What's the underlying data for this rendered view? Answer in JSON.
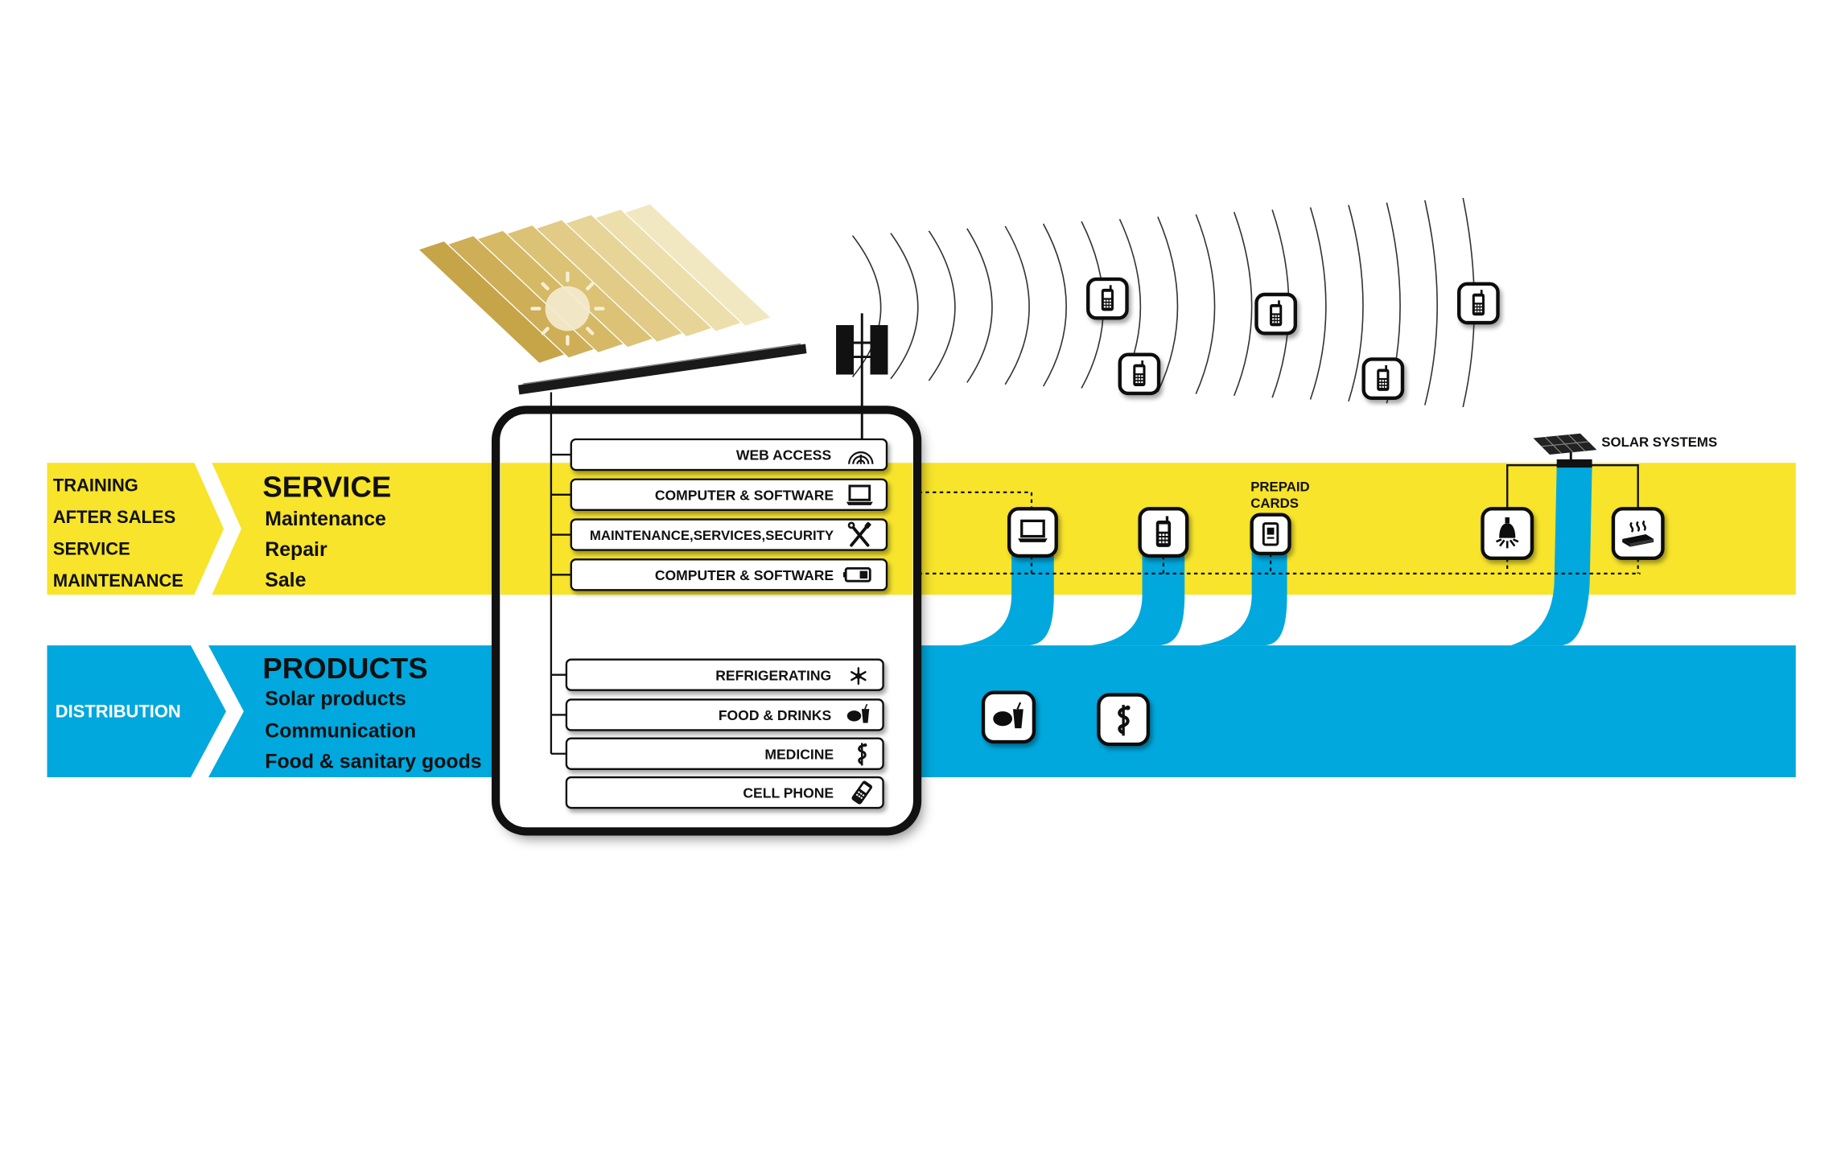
{
  "colors": {
    "yellow": "#f7e42b",
    "blue": "#00a8de",
    "ink": "#111111",
    "white": "#ffffff"
  },
  "service_band": {
    "left_labels": [
      "TRAINING",
      "AFTER SALES",
      "SERVICE",
      "MAINTENANCE"
    ],
    "title": "SERVICE",
    "items": [
      "Maintenance",
      "Repair",
      "Sale"
    ]
  },
  "products_band": {
    "left_label": "DISTRIBUTION",
    "title": "PRODUCTS",
    "items": [
      "Solar products",
      "Communication",
      "Food & sanitary goods"
    ]
  },
  "hub": {
    "service_buttons": [
      {
        "label": "WEB ACCESS",
        "icon": "wifi-icon"
      },
      {
        "label": "COMPUTER & SOFTWARE",
        "icon": "laptop-icon"
      },
      {
        "label": "MAINTENANCE,SERVICES,SECURITY",
        "icon": "tools-icon"
      },
      {
        "label": "COMPUTER & SOFTWARE",
        "icon": "battery-icon"
      }
    ],
    "product_buttons": [
      {
        "label": "REFRIGERATING",
        "icon": "snowflake-icon"
      },
      {
        "label": "FOOD & DRINKS",
        "icon": "food-drink-icon"
      },
      {
        "label": "MEDICINE",
        "icon": "medicine-icon"
      },
      {
        "label": "CELL PHONE",
        "icon": "cell-phone-icon"
      }
    ]
  },
  "annotations": {
    "prepaid_cards": [
      "PREPAID",
      "CARDS"
    ],
    "solar_systems": "SOLAR SYSTEMS"
  },
  "nodes": {
    "wireless": [
      "mobile-phone-icon",
      "mobile-phone-icon",
      "mobile-phone-icon",
      "mobile-phone-icon",
      "mobile-phone-icon"
    ],
    "service": [
      "laptop-icon",
      "mobile-phone-icon",
      "prepaid-card-icon",
      "lamp-icon",
      "stove-icon"
    ],
    "products": [
      "food-drink-icon",
      "medicine-icon"
    ]
  }
}
